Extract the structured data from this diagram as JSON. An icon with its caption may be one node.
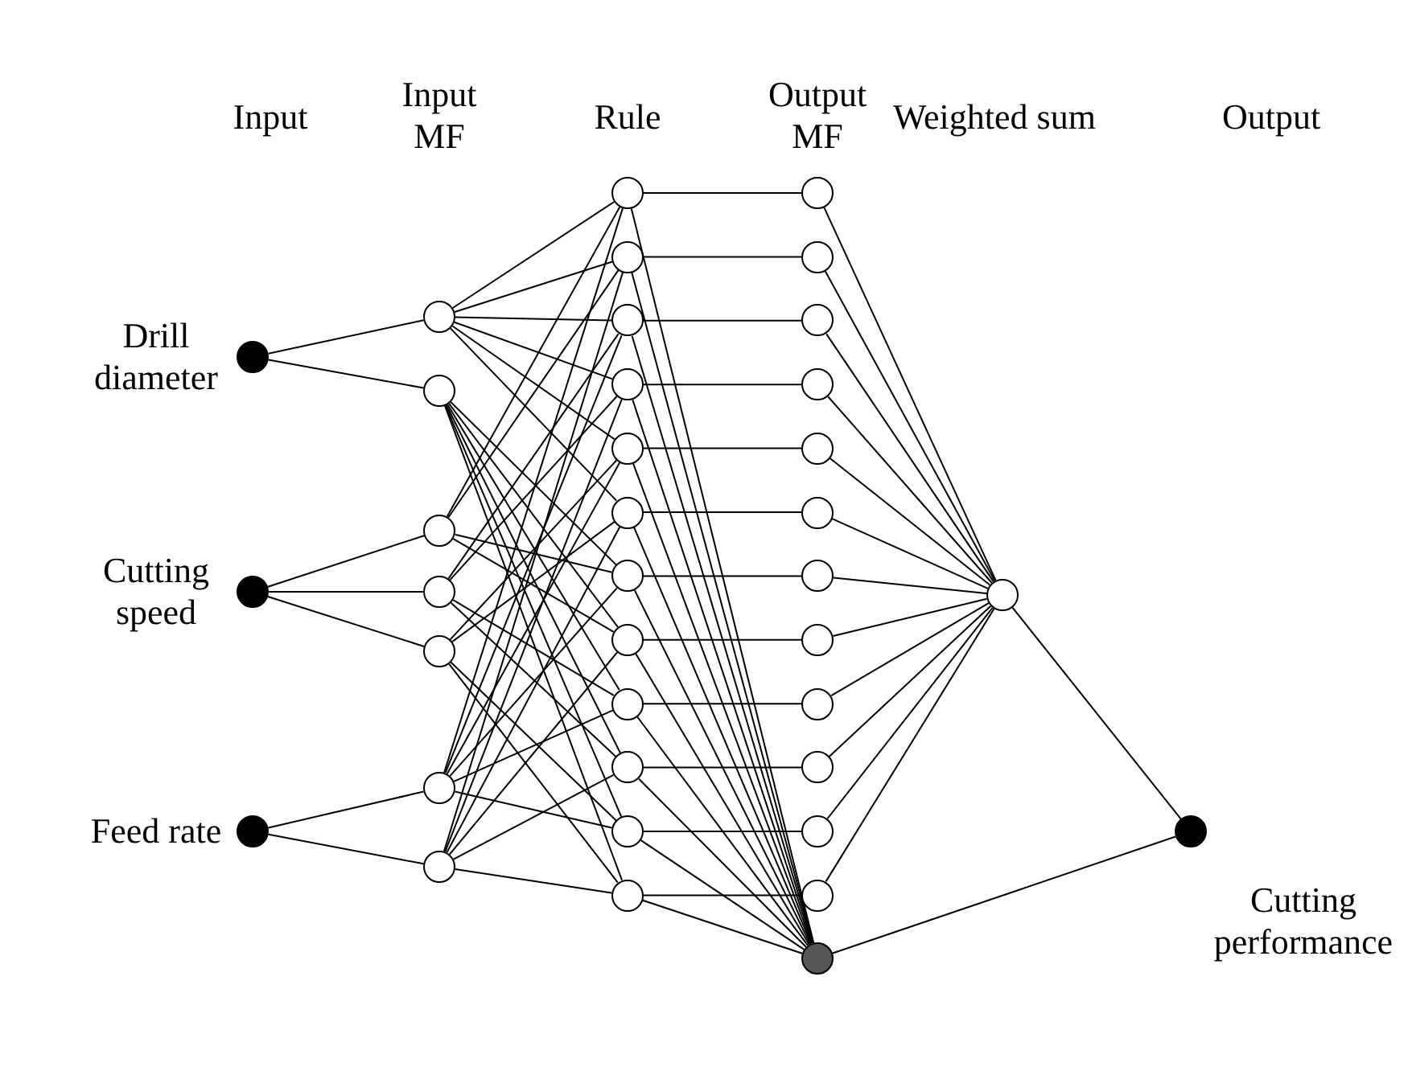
{
  "diagram": {
    "nodes": [
      {
        "text": [
          "Drill diameter"
        ]
      },
      {
        "text": [
          "Cutting speed"
        ]
      },
      {
        "text": [
          "Feed rate"
        ]
      },
      {
        "text": [],
        "shape": "circle"
      },
      {
        "text": [],
        "shape": "circle"
      },
      {
        "text": [],
        "shape": "circle"
      },
      {
        "text": [],
        "shape": "circle"
      },
      {
        "text": [],
        "shape": "circle"
      },
      {
        "text": [],
        "shape": "circle"
      },
      {
        "text": [],
        "shape": "circle"
      },
      {
        "text": [],
        "shape": "circle"
      },
      {
        "text": [],
        "shape": "circle"
      },
      {
        "text": [],
        "shape": "circle"
      },
      {
        "text": [],
        "shape": "circle"
      },
      {
        "text": [],
        "shape": "circle"
      },
      {
        "text": [],
        "shape": "circle"
      },
      {
        "text": [],
        "shape": "circle"
      },
      {
        "text": [],
        "shape": "circle"
      },
      {
        "text": [],
        "shape": "circle"
      },
      {
        "text": [],
        "shape": "circle"
      },
      {
        "text": [],
        "shape": "circle"
      },
      {
        "text": [],
        "shape": "circle"
      },
      {
        "text": [],
        "shape": "circle"
      },
      {
        "text": [],
        "shape": "circle"
      },
      {
        "text": [],
        "shape": "circle"
      },
      {
        "text": [],
        "shape": "circle"
      },
      {
        "text": [],
        "shape": "circle"
      },
      {
        "text": [],
        "shape": "circle"
      },
      {
        "text": [],
        "shape": "circle"
      },
      {
        "text": [],
        "shape": "circle"
      },
      {
        "text": [],
        "shape": "circle"
      },
      {
        "text": [],
        "shape": "circle"
      },
      {
        "text": [],
        "shape": "circle"
      },
      {
        "text": [],
        "shape": "circle"
      },
      {
        "text": [],
        "shape": "circle"
      },
      {
        "text": [],
        "shape": "circle"
      },
      {
        "text": [
          "Cutting performance"
        ]
      }
    ],
    "edges": [
      {
        "from": 0,
        "to": 3,
        "arrow": "none"
      },
      {
        "from": 0,
        "to": 4,
        "arrow": "none"
      },
      {
        "from": 1,
        "to": 5,
        "arrow": "none"
      },
      {
        "from": 1,
        "to": 6,
        "arrow": "none"
      },
      {
        "from": 1,
        "to": 7,
        "arrow": "none"
      },
      {
        "from": 2,
        "to": 8,
        "arrow": "none"
      },
      {
        "from": 2,
        "to": 9,
        "arrow": "none"
      },
      {
        "from": 3,
        "to": 10,
        "arrow": "none"
      },
      {
        "from": 5,
        "to": 10,
        "arrow": "none"
      },
      {
        "from": 8,
        "to": 10,
        "arrow": "none"
      },
      {
        "from": 3,
        "to": 11,
        "arrow": "none"
      },
      {
        "from": 5,
        "to": 11,
        "arrow": "none"
      },
      {
        "from": 9,
        "to": 11,
        "arrow": "none"
      },
      {
        "from": 3,
        "to": 12,
        "arrow": "none"
      },
      {
        "from": 6,
        "to": 12,
        "arrow": "none"
      },
      {
        "from": 8,
        "to": 12,
        "arrow": "none"
      },
      {
        "from": 3,
        "to": 13,
        "arrow": "none"
      },
      {
        "from": 6,
        "to": 13,
        "arrow": "none"
      },
      {
        "from": 9,
        "to": 13,
        "arrow": "none"
      },
      {
        "from": 3,
        "to": 14,
        "arrow": "none"
      },
      {
        "from": 7,
        "to": 14,
        "arrow": "none"
      },
      {
        "from": 8,
        "to": 14,
        "arrow": "none"
      },
      {
        "from": 3,
        "to": 15,
        "arrow": "none"
      },
      {
        "from": 7,
        "to": 15,
        "arrow": "none"
      },
      {
        "from": 9,
        "to": 15,
        "arrow": "none"
      },
      {
        "from": 4,
        "to": 16,
        "arrow": "none"
      },
      {
        "from": 5,
        "to": 16,
        "arrow": "none"
      },
      {
        "from": 8,
        "to": 16,
        "arrow": "none"
      },
      {
        "from": 4,
        "to": 17,
        "arrow": "none"
      },
      {
        "from": 5,
        "to": 17,
        "arrow": "none"
      },
      {
        "from": 9,
        "to": 17,
        "arrow": "none"
      },
      {
        "from": 4,
        "to": 18,
        "arrow": "none"
      },
      {
        "from": 6,
        "to": 18,
        "arrow": "none"
      },
      {
        "from": 8,
        "to": 18,
        "arrow": "none"
      },
      {
        "from": 4,
        "to": 19,
        "arrow": "none"
      },
      {
        "from": 6,
        "to": 19,
        "arrow": "none"
      },
      {
        "from": 9,
        "to": 19,
        "arrow": "none"
      },
      {
        "from": 4,
        "to": 20,
        "arrow": "none"
      },
      {
        "from": 7,
        "to": 20,
        "arrow": "none"
      },
      {
        "from": 8,
        "to": 20,
        "arrow": "none"
      },
      {
        "from": 4,
        "to": 21,
        "arrow": "none"
      },
      {
        "from": 7,
        "to": 21,
        "arrow": "none"
      },
      {
        "from": 9,
        "to": 21,
        "arrow": "none"
      },
      {
        "from": 10,
        "to": 22,
        "arrow": "none"
      },
      {
        "from": 11,
        "to": 23,
        "arrow": "none"
      },
      {
        "from": 12,
        "to": 24,
        "arrow": "none"
      },
      {
        "from": 13,
        "to": 25,
        "arrow": "none"
      },
      {
        "from": 14,
        "to": 26,
        "arrow": "none"
      },
      {
        "from": 15,
        "to": 27,
        "arrow": "none"
      },
      {
        "from": 16,
        "to": 28,
        "arrow": "none"
      },
      {
        "from": 17,
        "to": 29,
        "arrow": "none"
      },
      {
        "from": 18,
        "to": 30,
        "arrow": "none"
      },
      {
        "from": 19,
        "to": 31,
        "arrow": "none"
      },
      {
        "from": 20,
        "to": 32,
        "arrow": "none"
      },
      {
        "from": 21,
        "to": 33,
        "arrow": "none"
      },
      {
        "from": 10,
        "to": 34,
        "arrow": "none"
      },
      {
        "from": 11,
        "to": 34,
        "arrow": "none"
      },
      {
        "from": 12,
        "to": 34,
        "arrow": "none"
      },
      {
        "from": 13,
        "to": 34,
        "arrow": "none"
      },
      {
        "from": 14,
        "to": 34,
        "arrow": "none"
      },
      {
        "from": 15,
        "to": 34,
        "arrow": "none"
      },
      {
        "from": 16,
        "to": 34,
        "arrow": "none"
      },
      {
        "from": 17,
        "to": 34,
        "arrow": "none"
      },
      {
        "from": 18,
        "to": 34,
        "arrow": "none"
      },
      {
        "from": 19,
        "to": 34,
        "arrow": "none"
      },
      {
        "from": 20,
        "to": 34,
        "arrow": "none"
      },
      {
        "from": 21,
        "to": 34,
        "arrow": "none"
      },
      {
        "from": 22,
        "to": 35,
        "arrow": "none"
      },
      {
        "from": 23,
        "to": 35,
        "arrow": "none"
      },
      {
        "from": 24,
        "to": 35,
        "arrow": "none"
      },
      {
        "from": 25,
        "to": 35,
        "arrow": "none"
      },
      {
        "from": 26,
        "to": 35,
        "arrow": "none"
      },
      {
        "from": 27,
        "to": 35,
        "arrow": "none"
      },
      {
        "from": 28,
        "to": 35,
        "arrow": "none"
      },
      {
        "from": 29,
        "to": 35,
        "arrow": "none"
      },
      {
        "from": 30,
        "to": 35,
        "arrow": "none"
      },
      {
        "from": 31,
        "to": 35,
        "arrow": "none"
      },
      {
        "from": 32,
        "to": 35,
        "arrow": "none"
      },
      {
        "from": 33,
        "to": 35,
        "arrow": "none"
      },
      {
        "from": 35,
        "to": 36,
        "arrow": "none"
      },
      {
        "from": 34,
        "to": 36,
        "arrow": "none"
      }
    ],
    "labels": [
      "Input",
      "Input MF",
      "Rule",
      "Output MF",
      "Weighted sum",
      "Output"
    ]
  }
}
